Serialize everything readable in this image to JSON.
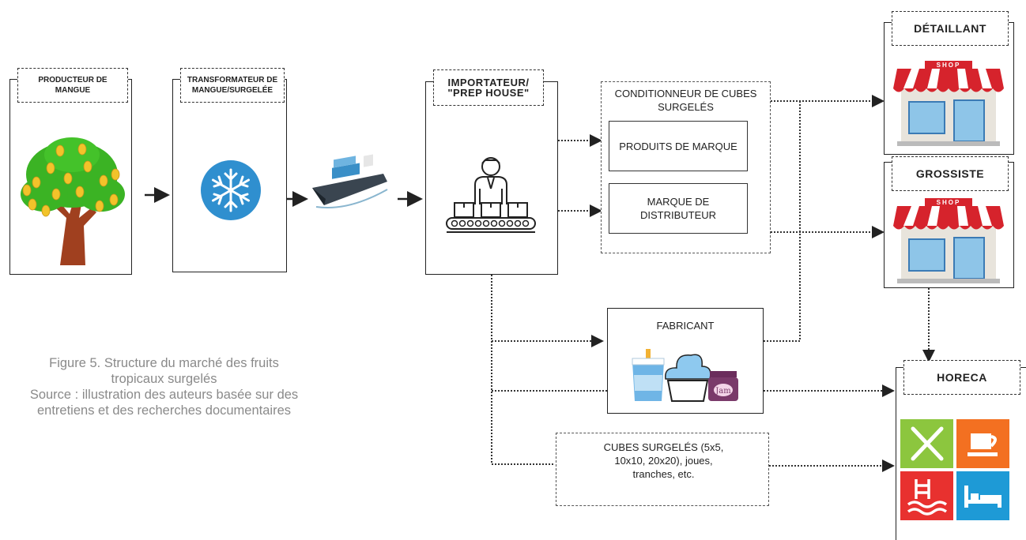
{
  "stages": {
    "producer": "PRODUCTEUR DE MANGUE",
    "processor": "TRANSFORMATEUR DE MANGUE/SURGELÉE",
    "importer": "IMPORTATEUR/ \"PREP HOUSE\"",
    "packer": "CONDITIONNEUR DE CUBES SURGELÉS",
    "brand_products": "PRODUITS DE MARQUE",
    "private_label": "MARQUE DE DISTRIBUTEUR",
    "manufacturer": "FABRICANT",
    "frozen_cubes": "CUBES SURGELÉS (5x5, 10x10, 20x20), joues, tranches, etc.",
    "retailer": "DÉTAILLANT",
    "wholesaler": "GROSSISTE",
    "horeca": "HORECA"
  },
  "shop_sign": "SHOP",
  "jam_label": "Jam",
  "caption": {
    "line1": "Figure 5. Structure du marché des fruits",
    "line2": "tropicaux surgelés",
    "line3": "Source : illustration des auteurs basée sur des",
    "line4": "entretiens et des recherches documentaires"
  },
  "colors": {
    "tree_green": "#3bb324",
    "mango_yellow": "#f2c32a",
    "trunk": "#a0401f",
    "snowflake_bg": "#2f8fcf",
    "shop_red": "#d6232c",
    "horeca_green": "#8cc63e",
    "horeca_orange": "#f37021",
    "horeca_red": "#e8312f",
    "horeca_blue": "#1e9ad6"
  }
}
